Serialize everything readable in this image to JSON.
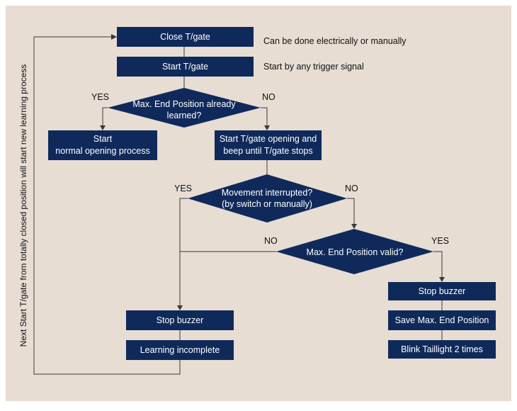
{
  "colors": {
    "background": "#e7ddd3",
    "box_fill": "#0f2a5a",
    "line": "#3a3a3a",
    "text_dark": "#111111",
    "text_light": "#ffffff"
  },
  "boxes": {
    "close_tgate": "Close T/gate",
    "start_tgate": "Start T/gate",
    "start_normal": [
      "Start",
      "normal opening process"
    ],
    "start_opening_beep": [
      "Start T/gate opening and",
      "beep until T/gate stops"
    ],
    "stop_buzzer_left": "Stop buzzer",
    "learning_incomplete": "Learning incomplete",
    "stop_buzzer_right": "Stop buzzer",
    "save_max_end": "Save Max. End Position",
    "blink_taillight": "Blink Taillight 2 times"
  },
  "decisions": {
    "max_end_learned": [
      "Max. End Position already",
      "learned?"
    ],
    "movement_interrupted": [
      "Movement interrupted?",
      "(by switch or manually)"
    ],
    "max_end_valid": [
      "Max. End Position valid?"
    ]
  },
  "notes": {
    "close_note": "Can be done electrically or manually",
    "start_note": "Start by any trigger signal"
  },
  "branch_labels": {
    "d1_yes": "YES",
    "d1_no": "NO",
    "d2_yes": "YES",
    "d2_no": "NO",
    "d3_no": "NO",
    "d3_yes": "YES"
  },
  "side_note": "Next Start T/gate from totally closed position will start new learning process"
}
